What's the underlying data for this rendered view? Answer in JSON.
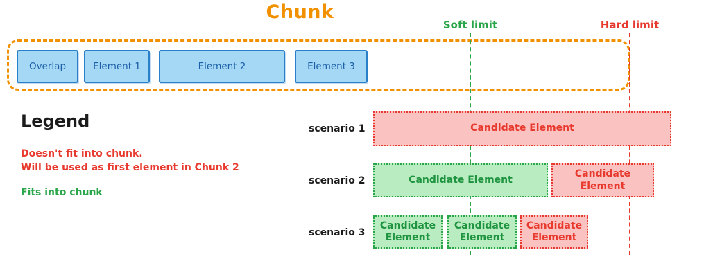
{
  "diagram": {
    "title": "Chunk",
    "title_color": "#f29100",
    "colors": {
      "chunk_outline": "#f29100",
      "element_fill": "#a5d8f5",
      "element_border": "#2a7fc9",
      "soft_limit": "#2aa64a",
      "hard_limit": "#e8392e",
      "fits_fill": "#b9ecc0",
      "nofit_fill": "#fac3c1"
    }
  },
  "chunk": {
    "elements": [
      {
        "label": "Overlap"
      },
      {
        "label": "Element 1"
      },
      {
        "label": "Element 2"
      },
      {
        "label": "Element 3"
      }
    ]
  },
  "limits": {
    "soft": {
      "label": "Soft limit"
    },
    "hard": {
      "label": "Hard limit"
    }
  },
  "legend": {
    "title": "Legend",
    "nofit_line1": "Doesn't fit into chunk.",
    "nofit_line2": "Will be used as first element in Chunk 2",
    "fits": "Fits into chunk"
  },
  "scenarios": [
    {
      "label": "scenario 1",
      "boxes": [
        {
          "text": "Candidate Element",
          "state": "nofit"
        }
      ]
    },
    {
      "label": "scenario 2",
      "boxes": [
        {
          "text": "Candidate Element",
          "state": "fits"
        },
        {
          "text": "Candidate Element",
          "state": "nofit"
        }
      ]
    },
    {
      "label": "scenario 3",
      "boxes": [
        {
          "text": "Candidate Element",
          "state": "fits"
        },
        {
          "text": "Candidate Element",
          "state": "fits"
        },
        {
          "text": "Candidate Element",
          "state": "nofit"
        }
      ]
    }
  ]
}
